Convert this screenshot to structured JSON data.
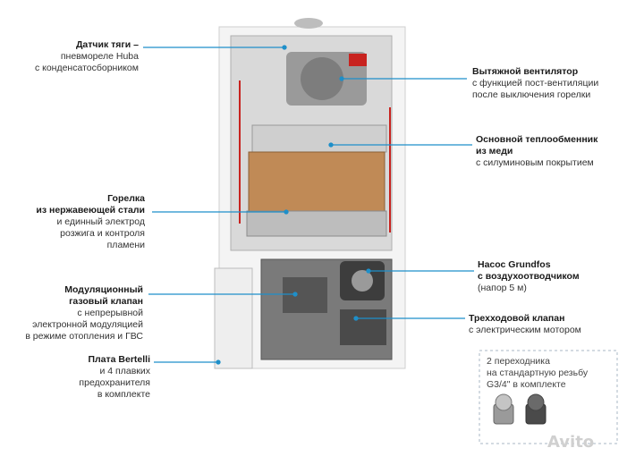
{
  "left_labels": [
    {
      "title": "Датчик тяги –",
      "sub": [
        "пневмореле Huba",
        "с конденсатосборником"
      ]
    },
    {
      "title": "Горелка",
      "title2": "из нержавеющей стали",
      "sub": [
        "и единный электрод",
        "розжига и контроля",
        "пламени"
      ]
    },
    {
      "title": "Модуляционный",
      "title2": "газовый клапан",
      "sub": [
        "с непрерывной",
        "электронной модуляцией",
        "в режиме отопления и ГВС"
      ]
    },
    {
      "title": "Плата Bertelli",
      "sub": [
        "и 4 плавких",
        "предохранителя",
        "в комплекте"
      ]
    }
  ],
  "right_labels": [
    {
      "title": "Вытяжной вентилятор",
      "sub": [
        "с функцией пост-вентиляции",
        "после выключения горелки"
      ]
    },
    {
      "title": "Основной теплообменник",
      "title2": "из меди",
      "sub": [
        "с силуминовым покрытием"
      ]
    },
    {
      "title": "Насос Grundfos",
      "title2": "с воздухоотводчиком",
      "sub": [
        "(напор 5 м)"
      ]
    },
    {
      "title": "Трехходовой клапан",
      "sub": [
        "с электрическим мотором"
      ]
    }
  ],
  "adapter_note": [
    "2 переходника",
    "на стандартную резьбу",
    "G3/4\" в комплекте"
  ],
  "watermark": "Avito",
  "colors": {
    "line": "#1e8fc9",
    "accent": "#2b9bd3",
    "wire_red": "#c8231f"
  }
}
